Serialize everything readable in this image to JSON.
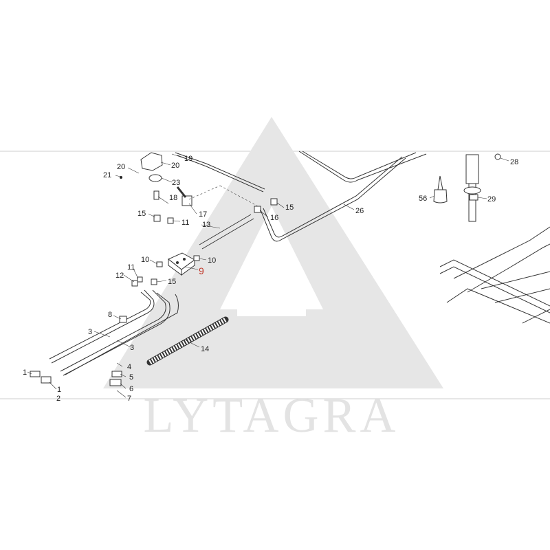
{
  "watermark": {
    "text": "LYTAGRA"
  },
  "colors": {
    "line": "#333333",
    "highlight_label": "#c0392b",
    "watermark": "#e3e3e3",
    "frame": "#cccccc"
  },
  "callouts": {
    "c1a": "1",
    "c1b": "1",
    "c2": "2",
    "c3a": "3",
    "c3b": "3",
    "c4": "4",
    "c5": "5",
    "c6": "6",
    "c7": "7",
    "c8": "8",
    "c9": "9",
    "c10a": "10",
    "c10b": "10",
    "c11a": "11",
    "c11b": "11",
    "c12": "12",
    "c13": "13",
    "c14": "14",
    "c15a": "15",
    "c15b": "15",
    "c15c": "15",
    "c16": "16",
    "c17": "17",
    "c18": "18",
    "c19": "19",
    "c20a": "20",
    "c20b": "20",
    "c21": "21",
    "c23": "23",
    "c26": "26",
    "c28": "28",
    "c29": "29",
    "c56": "56"
  }
}
